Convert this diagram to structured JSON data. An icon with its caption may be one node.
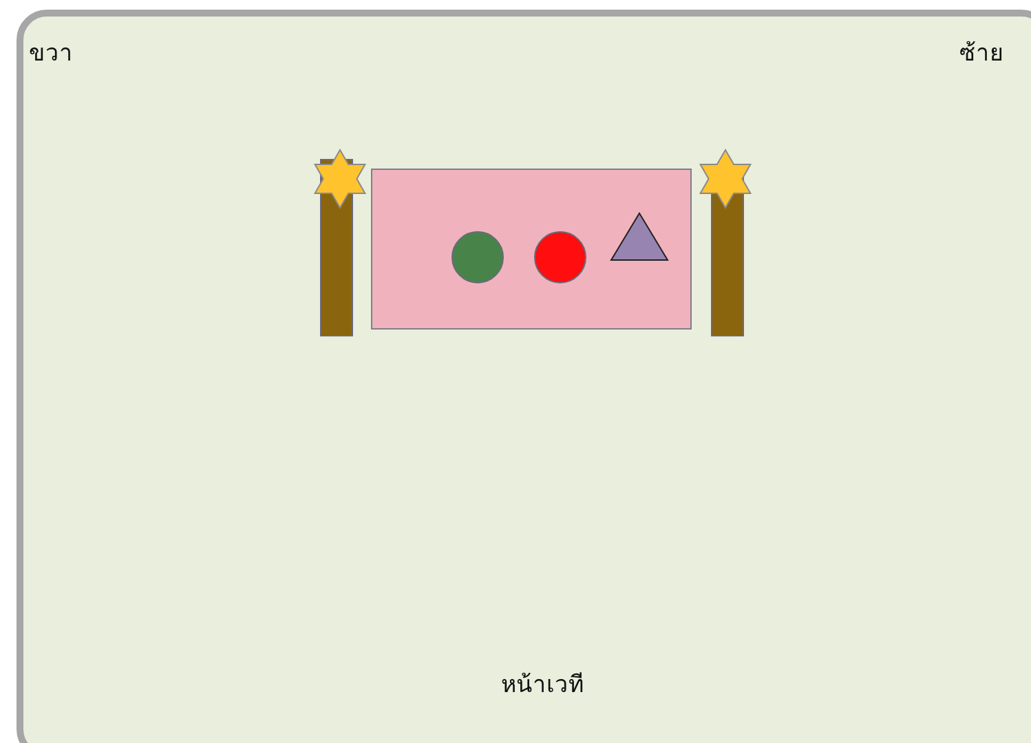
{
  "diagram": {
    "labels": [
      "ขวา",
      "ซ้าย",
      "หน้าเวที"
    ]
  }
}
